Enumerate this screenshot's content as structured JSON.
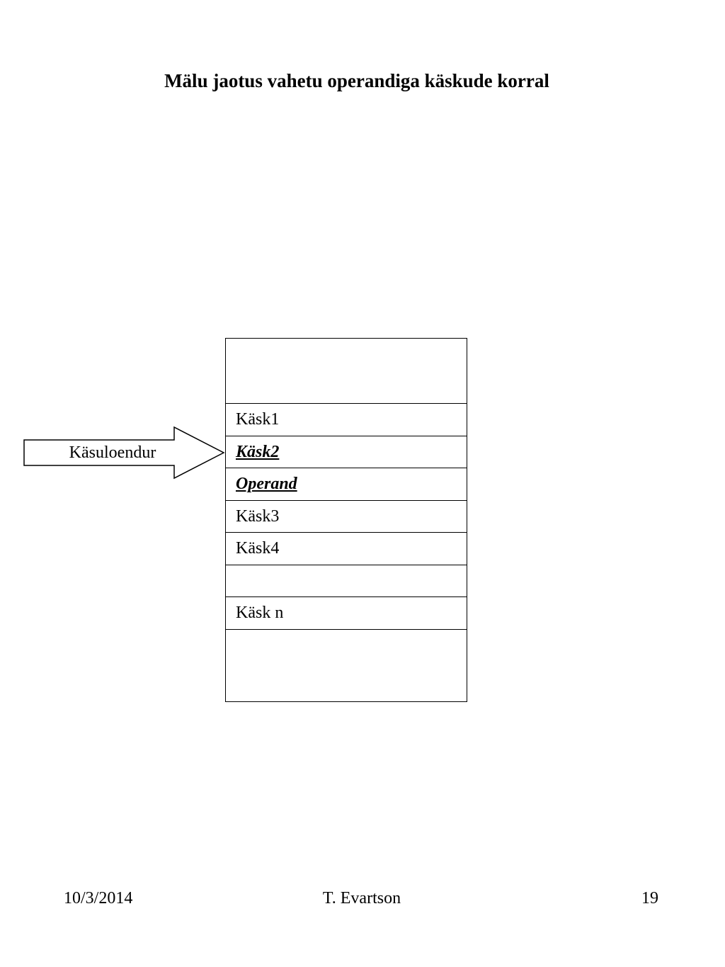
{
  "slide": {
    "title": "Mälu jaotus vahetu operandiga käskude korral"
  },
  "diagram": {
    "memory_cells": [
      {
        "label": "",
        "emphasized": false
      },
      {
        "label": "Käsk1",
        "emphasized": false
      },
      {
        "label": "Käsk2",
        "emphasized": true
      },
      {
        "label": "Operand",
        "emphasized": true
      },
      {
        "label": "Käsk3",
        "emphasized": false
      },
      {
        "label": "Käsk4",
        "emphasized": false
      },
      {
        "label": "",
        "emphasized": false
      },
      {
        "label": "Käsk n",
        "emphasized": false
      },
      {
        "label": "",
        "emphasized": false
      }
    ],
    "pointer_label": "Käsuloendur",
    "pointer_target_cell": 2
  },
  "footer": {
    "date": "10/3/2014",
    "author": "T. Evartson",
    "page": "19"
  }
}
